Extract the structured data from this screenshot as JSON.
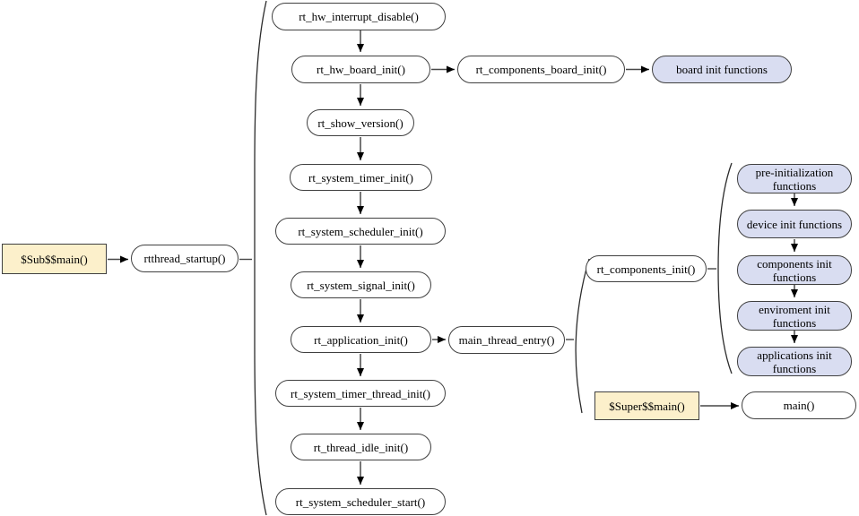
{
  "colors": {
    "background": "#ffffff",
    "node_border": "#404040",
    "plain_node_fill": "#ffffff",
    "blue_node_fill": "#d9ddf1",
    "yellow_node_fill": "#fcf0cb",
    "arrow_stem": "#474747",
    "arrow_head": "#000000",
    "brace_stroke": "#2b2b2b"
  },
  "nodes": {
    "sub_main": "$Sub$$main()",
    "rtthread_startup": "rtthread_startup()",
    "rt_hw_interrupt_disable": "rt_hw_interrupt_disable()",
    "rt_hw_board_init": "rt_hw_board_init()",
    "rt_components_board_init": "rt_components_board_init()",
    "board_init_functions": "board init functions",
    "rt_show_version": "rt_show_version()",
    "rt_system_timer_init": "rt_system_timer_init()",
    "rt_system_scheduler_init": "rt_system_scheduler_init()",
    "rt_system_signal_init": "rt_system_signal_init()",
    "rt_application_init": "rt_application_init()",
    "main_thread_entry": "main_thread_entry()",
    "rt_components_init": "rt_components_init()",
    "pre_initialization_functions": "pre-initialization functions",
    "device_init_functions": "device init functions",
    "components_init_functions": "components init functions",
    "enviroment_init_functions": "enviroment init functions",
    "applications_init_functions": "applications init functions",
    "rt_system_timer_thread_init": "rt_system_timer_thread_init()",
    "rt_thread_idle_init": "rt_thread_idle_init()",
    "rt_system_scheduler_start": "rt_system_scheduler_start()",
    "super_main": "$Super$$main()",
    "main": "main()"
  }
}
